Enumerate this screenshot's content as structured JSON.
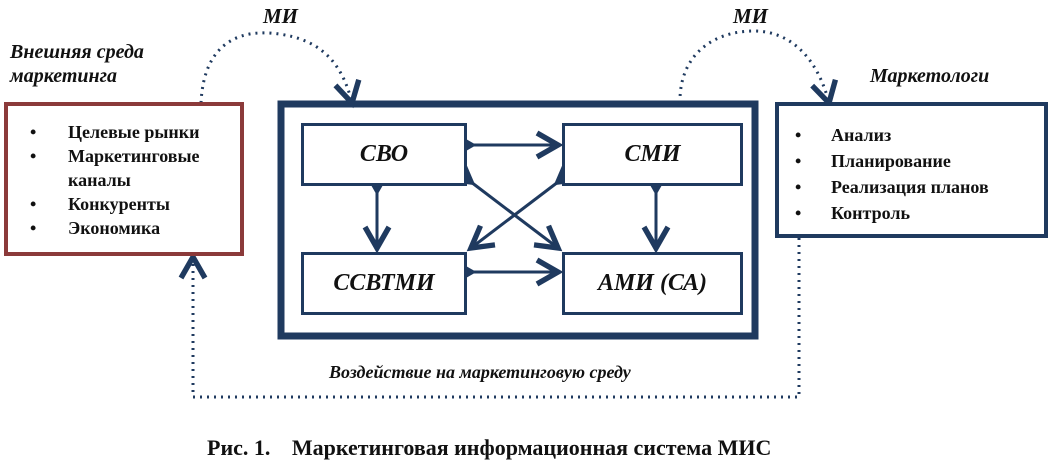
{
  "top_labels": {
    "left_mi": "МИ",
    "right_mi": "МИ"
  },
  "external_environment": {
    "title": "Внешняя среда маркетинга",
    "items": [
      "Целевые рынки",
      "Маркетинговые каналы",
      "Конкуренты",
      "Экономика"
    ]
  },
  "marketers": {
    "title": "Маркетологи",
    "items": [
      "Анализ",
      "Планирование",
      "Реализация планов",
      "Контроль"
    ]
  },
  "core_system": {
    "top_left": "СВО",
    "top_right": "СМИ",
    "bottom_left": "ССВТМИ",
    "bottom_right": "АМИ (СА)"
  },
  "impact_label": "Воздействие на маркетинговую среду",
  "caption": {
    "number": "Рис. 1.",
    "text": "Маркетинговая информационная система МИС"
  },
  "colors": {
    "external_border": "#8b3a3a",
    "navy": "#1f3a5f",
    "text": "#111111"
  }
}
